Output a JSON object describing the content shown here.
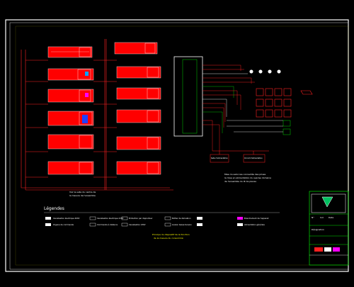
{
  "colors": {
    "background": "#000000",
    "frame": "#ffffff",
    "panel": "#ff0000",
    "wire_red": "#ff2020",
    "wire_white": "#e6e6e6",
    "wire_green": "#00d000",
    "wire_cyan": "#00e0ff",
    "accent_blue": "#2040ff",
    "accent_magenta": "#ff00ff",
    "accent_yellow": "#ffff00"
  },
  "diagram": {
    "legend_title": "Légendes",
    "left_caption_lines": [
      "Voir le salle du centre de",
      "la mesure de l'ensemble"
    ],
    "right_caption_lines": [
      "Mise du salon les connectés des prises",
      "la mise en alimentation du suprise domaine",
      "de l'ensemble du lit de pieces"
    ],
    "center_caption_lines": [
      "Principe du dispositif de la fonction",
      "de la mesure du consommé"
    ],
    "mid_boxes": [
      "Salle d'alimentation",
      "Circuit d'alimentation"
    ],
    "legend_items": [
      "Canalisation électrique 400V",
      "Canalisation électrique 230V",
      "Protection par disjoncteur",
      "Boîtier de dérivation",
      "Branchement de l'appareil",
      "Organe de commande",
      "Commande à distance",
      "Canalisation 230V",
      "Liaison basse tension",
      "Alimentation générale"
    ],
    "title_block": [
      "N°",
      "Ind",
      "Date",
      "Désignation"
    ]
  }
}
